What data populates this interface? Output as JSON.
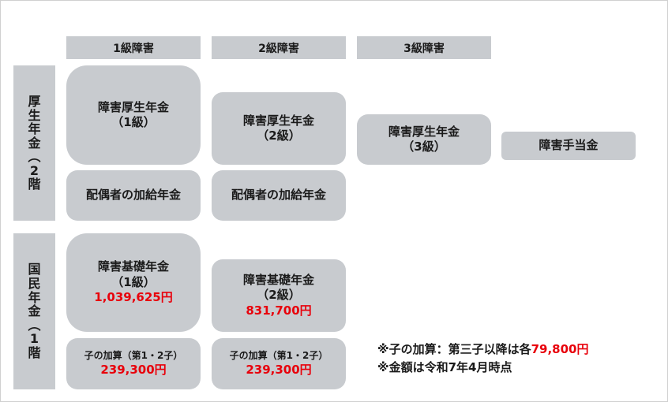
{
  "headers": [
    "1級障害",
    "2級障害",
    "3級障害"
  ],
  "side_labels": {
    "kosei": [
      "厚",
      "生",
      "年",
      "金",
      "︵",
      "2",
      "階"
    ],
    "kokumin": [
      "国",
      "民",
      "年",
      "金",
      "︵",
      "1",
      "階"
    ]
  },
  "kosei_row": {
    "grade1": {
      "title": "障害厚生年金",
      "sub": "（1級）"
    },
    "grade2": {
      "title": "障害厚生年金",
      "sub": "（2級）"
    },
    "grade3": {
      "title": "障害厚生年金",
      "sub": "（3級）"
    },
    "lump_sum": "障害手当金",
    "spouse1": "配偶者の加給年金",
    "spouse2": "配偶者の加給年金"
  },
  "kiso_row": {
    "grade1": {
      "title": "障害基礎年金",
      "sub": "（1級）",
      "amount": "1,039,625円"
    },
    "grade2": {
      "title": "障害基礎年金",
      "sub": "（2級）",
      "amount": "831,700円"
    },
    "child1": {
      "label": "子の加算（第1・2子）",
      "amount": "239,300円"
    },
    "child2": {
      "label": "子の加算（第1・2子）",
      "amount": "239,300円"
    }
  },
  "notes": {
    "child_third": {
      "prefix": "※子の加算：第三子以降は各",
      "amount": "79,800円"
    },
    "as_of": "※金額は令和7年4月時点"
  },
  "colors": {
    "box": "#c8cbcf",
    "accent_red": "#e8000b",
    "text": "#1a1a1a"
  }
}
